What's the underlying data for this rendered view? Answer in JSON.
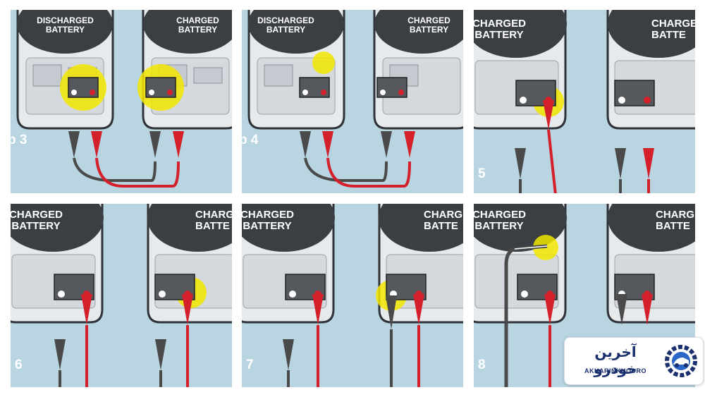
{
  "panels": [
    {
      "labels": [
        "DISCHARGED\nBATTERY",
        "CHARGED\nBATTERY"
      ],
      "step": "p 3"
    },
    {
      "labels": [
        "DISCHARGED\nBATTERY",
        "CHARGED\nBATTERY"
      ],
      "step": "p 4"
    },
    {
      "labels": [
        "CHARGED\nBATTERY",
        "CHARGED\nBATTE"
      ],
      "step": "5"
    },
    {
      "labels": [
        "CHARGED\nBATTERY",
        "CHARGE\nBATTE"
      ],
      "step": "6"
    },
    {
      "labels": [
        "CHARGED\nBATTERY",
        "CHARGE\nBATTE"
      ],
      "step": "7"
    },
    {
      "labels": [
        "CHARGED\nBATTERY",
        "CHARGE\nBATTE"
      ],
      "step": "8"
    }
  ],
  "logo": {
    "name": "آخرین خودرو",
    "sub": "AKHARINKHODRO"
  },
  "colors": {
    "background": "#b9d5e2",
    "car": "#3b3f44",
    "clamp_red": "#d3202a",
    "clamp_black": "#4a4a4a",
    "highlight": "#f2e600"
  }
}
